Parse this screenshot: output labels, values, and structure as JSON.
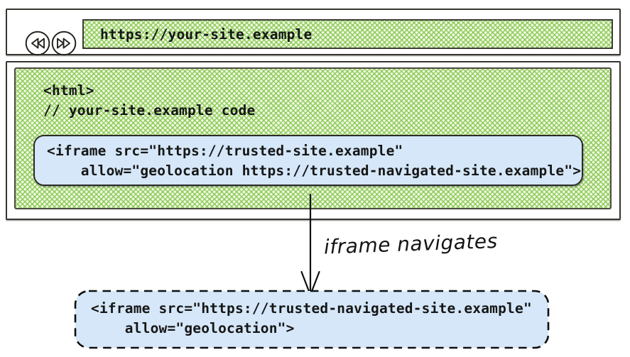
{
  "browser": {
    "back_button": "back",
    "forward_button": "forward",
    "url": "https://your-site.example"
  },
  "site_page": {
    "code": "<html>\n// your-site.example code",
    "iframe_snippet": "<iframe src=\"https://trusted-site.example\"\n    allow=\"geolocation https://trusted-navigated-site.example\">"
  },
  "navigation": {
    "label": "iframe navigates"
  },
  "navigated_iframe": {
    "snippet": "<iframe src=\"https://trusted-navigated-site.example\"\n    allow=\"geolocation\">"
  },
  "colors": {
    "hatch_green": "#86c74e",
    "box_blue": "#d5e7f8",
    "ink": "#161616"
  }
}
